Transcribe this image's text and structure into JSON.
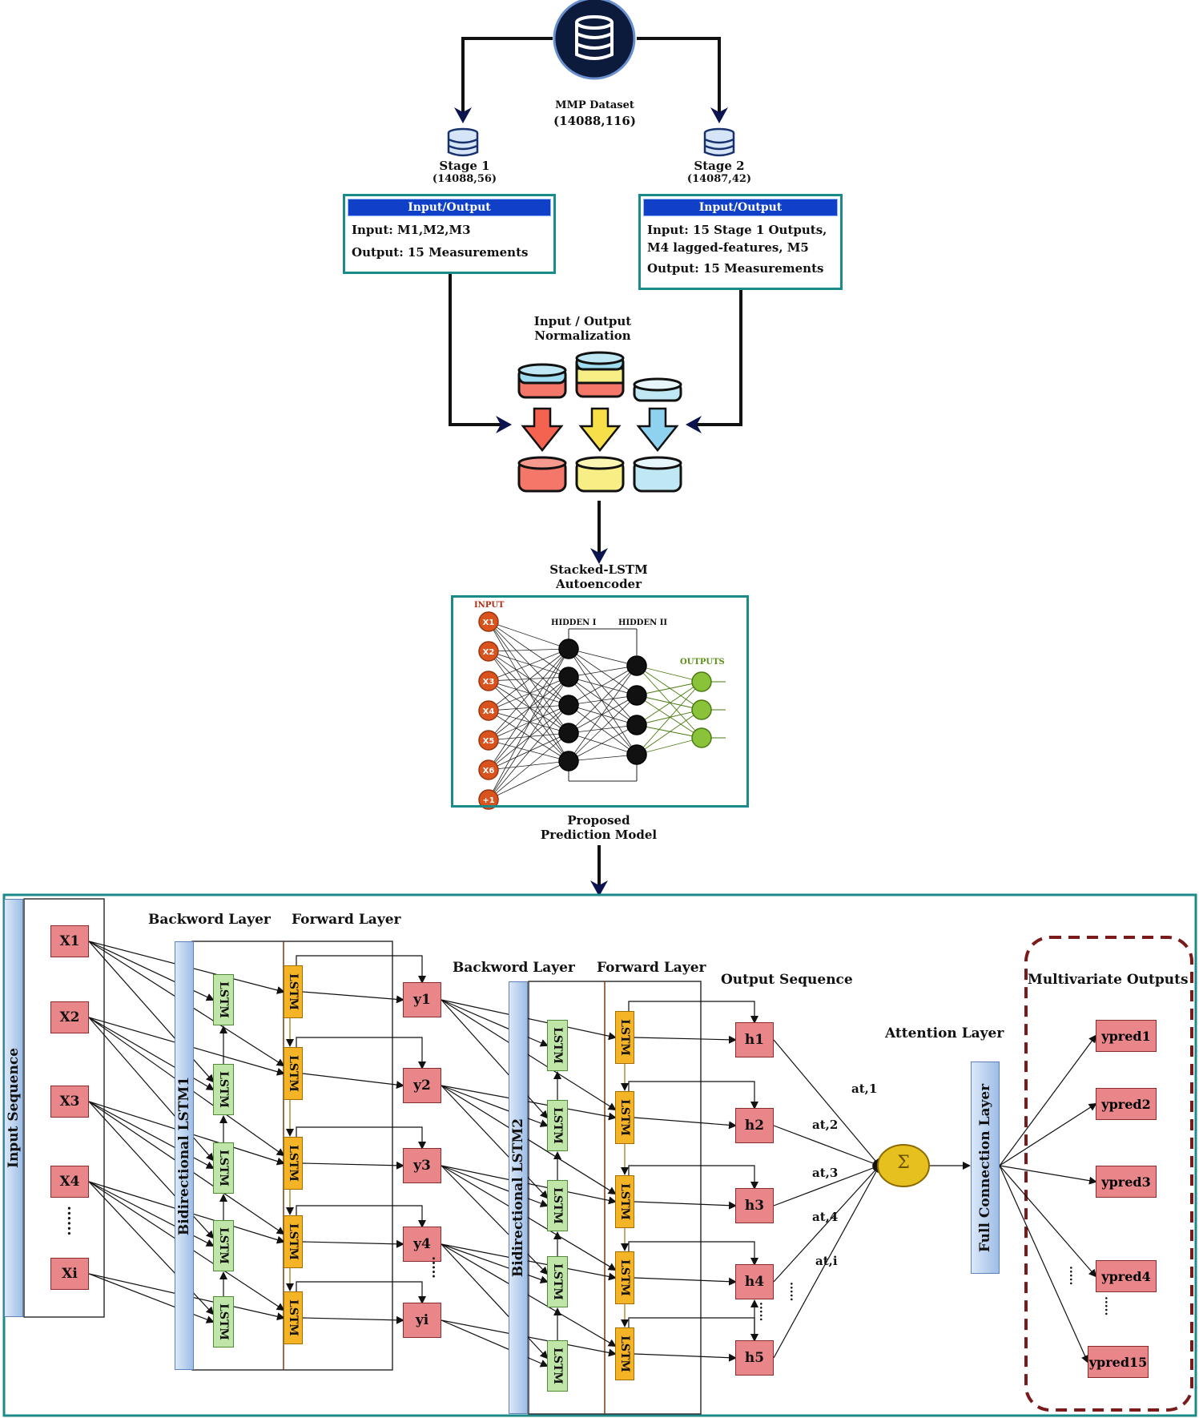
{
  "dataset": {
    "title": "MMP Dataset",
    "shape": "(14088,116)"
  },
  "stage1": {
    "title": "Stage 1",
    "shape": "(14088,56)",
    "head": "Input/Output",
    "input": "Input: M1,M2,M3",
    "output": "Output: 15 Measurements"
  },
  "stage2": {
    "title": "Stage 2",
    "shape": "(14087,42)",
    "head": "Input/Output",
    "input1": "Input: 15 Stage 1 Outputs,",
    "input2": "M4 lagged-features, M5",
    "output": "Output: 15 Measurements"
  },
  "normalization": {
    "line1": "Input / Output",
    "line2": "Normalization"
  },
  "autoencoder": {
    "line1": "Stacked-LSTM",
    "line2": "Autoencoder",
    "input_label": "INPUT",
    "hidden1": "HIDDEN I",
    "hidden2": "HIDDEN II",
    "outputs_label": "OUTPUTS",
    "input_nodes": [
      "X1",
      "X2",
      "X3",
      "X4",
      "X5",
      "X6",
      "+1"
    ]
  },
  "proposed": {
    "line1": "Proposed",
    "line2": "Prediction Model"
  },
  "model": {
    "input_sequence": "Input Sequence",
    "bilstm1": "Bidirectional LSTM1",
    "bilstm2": "Bidirectional LSTM2",
    "backword1": "Backword Layer",
    "forward1": "Forward Layer",
    "backword2": "Backword Layer",
    "forward2": "Forward Layer",
    "output_sequence": "Output Sequence",
    "attention": "Attention Layer",
    "full_connection": "Full Connection Layer",
    "multivariate": "Multivariate Outputs",
    "lstm": "LSTM",
    "inputs": [
      "X1",
      "X2",
      "X3",
      "X4",
      "Xi"
    ],
    "ys": [
      "y1",
      "y2",
      "y3",
      "y4",
      "yi"
    ],
    "hs": [
      "h1",
      "h2",
      "h3",
      "h4",
      "h5"
    ],
    "weights": [
      "at,1",
      "at,2",
      "at,3",
      "at,4",
      "at,i"
    ],
    "preds": [
      "ypred1",
      "ypred2",
      "ypred3",
      "ypred4",
      "ypred15"
    ],
    "sum_symbol": "Σ"
  }
}
